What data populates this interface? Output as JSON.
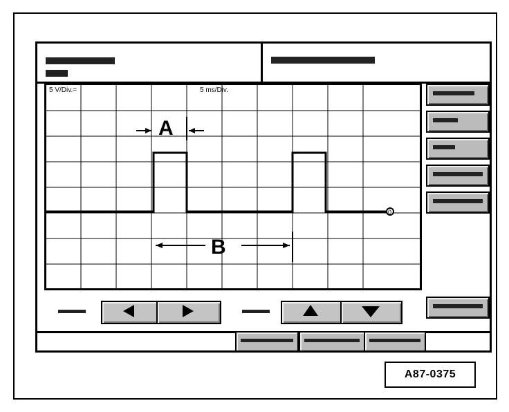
{
  "scope": {
    "y_scale": "5 V/Div.=",
    "x_scale": "5 ms/Div.",
    "zero_marker": "0",
    "label_a": "A",
    "label_b": "B"
  },
  "controls": {
    "left_icon": "arrow-left-icon",
    "right_icon": "arrow-right-icon",
    "up_icon": "arrow-up-icon",
    "down_icon": "arrow-down-icon"
  },
  "figure_code": "A87-0375"
}
